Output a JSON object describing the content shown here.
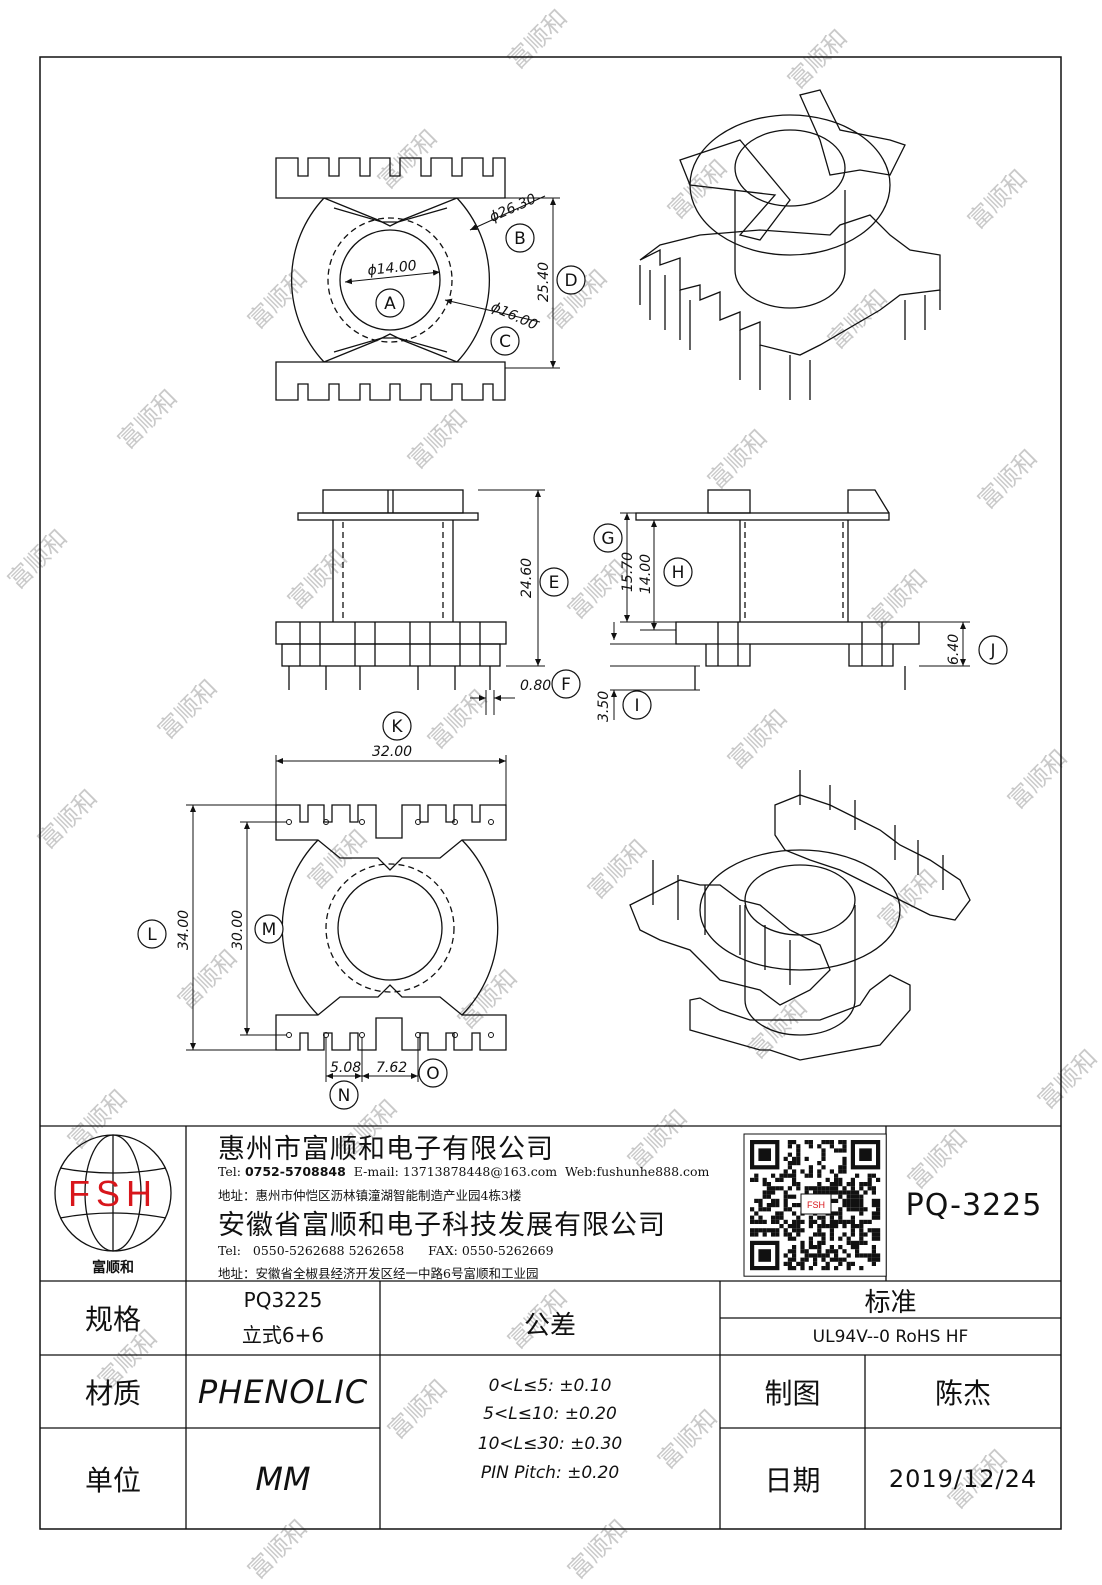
{
  "watermark": "富顺和",
  "dimensions": {
    "top_view": {
      "outer_dia": "ϕ26.30",
      "inner_dia": "ϕ14.00",
      "mid_dia": "ϕ16.00",
      "height": "25.40"
    },
    "side_view": {
      "height": "24.60",
      "pin_width": "0.80"
    },
    "front_view": {
      "g": "15.70",
      "h": "14.00",
      "base": "6.40",
      "pin_len": "3.50"
    },
    "bottom_view": {
      "width": "32.00",
      "depth": "34.00",
      "row_span": "30.00",
      "pitch": "5.08",
      "row_gap": "7.62"
    }
  },
  "callouts": [
    "A",
    "B",
    "C",
    "D",
    "E",
    "F",
    "G",
    "H",
    "I",
    "J",
    "K",
    "L",
    "M",
    "N",
    "O"
  ],
  "logo": {
    "letters": "FSH",
    "caption": "富顺和"
  },
  "company1": {
    "name": "惠州市富顺和电子有限公司",
    "tel_label": "Tel:",
    "tel": "0752-5708848",
    "email_label": "E-mail:",
    "email": "13713878448@163.com",
    "web_label": "Web:",
    "web": "fushunhe888.com",
    "address": "地址：惠州市仲恺区沥林镇潼湖智能制造产业园4栋3楼"
  },
  "company2": {
    "name": "安徽省富顺和电子科技发展有限公司",
    "tel_label": "Tel:",
    "tel": "0550-5262688  5262658",
    "fax_label": "FAX:",
    "fax": "0550-5262669",
    "address": "地址：安徽省全椒县经济开发区经一中路6号富顺和工业园"
  },
  "qr_logo": "FSH",
  "part_number": "PQ-3225",
  "table": {
    "spec_label": "规格",
    "spec_line1": "PQ3225",
    "spec_line2": "立式6+6",
    "material_label": "材质",
    "material": "PHENOLIC",
    "unit_label": "单位",
    "unit": "MM",
    "tolerance_label": "公差",
    "tolerances": [
      "0<L≤5: ±0.10",
      "5<L≤10: ±0.20",
      "10<L≤30: ±0.30",
      "PIN Pitch: ±0.20"
    ],
    "standard_label": "标准",
    "standard": "UL94V--0  RoHS HF",
    "drawn_label": "制图",
    "drawn_by": "陈杰",
    "date_label": "日期",
    "date": "2019/12/24"
  }
}
